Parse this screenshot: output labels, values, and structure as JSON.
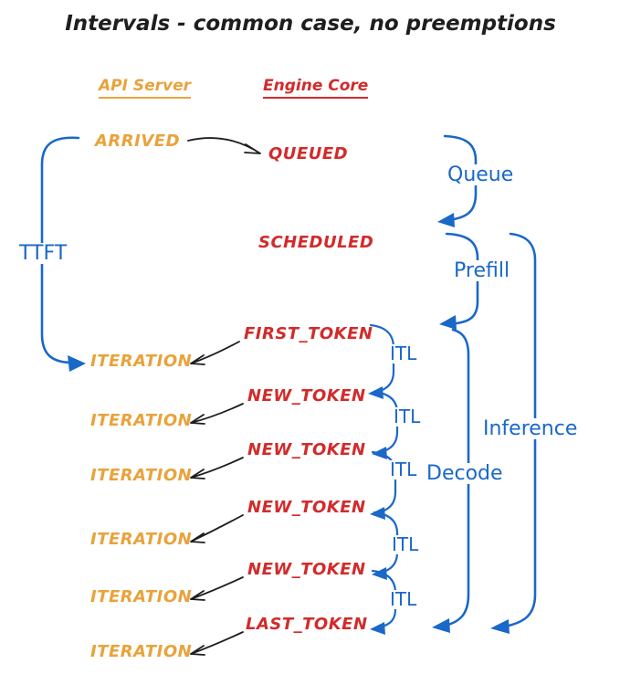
{
  "title": "Intervals - common case, no preemptions",
  "columns": {
    "api_server": "API Server",
    "engine_core": "Engine Core"
  },
  "events": {
    "arrived": "ARRIVED",
    "queued": "QUEUED",
    "scheduled": "SCHEDULED",
    "first_token": "FIRST_TOKEN",
    "new_token": "NEW_TOKEN",
    "last_token": "LAST_TOKEN",
    "iteration": "ITERATION"
  },
  "intervals": {
    "ttft": "TTFT",
    "queue": "Queue",
    "prefill": "Prefill",
    "decode": "Decode",
    "inference": "Inference",
    "itl": "ITL"
  },
  "colors": {
    "orange": "#E8A33C",
    "red": "#D22B2B",
    "blue": "#1A68C8",
    "black": "#1E1E1E",
    "background": "#FFFFFF"
  }
}
